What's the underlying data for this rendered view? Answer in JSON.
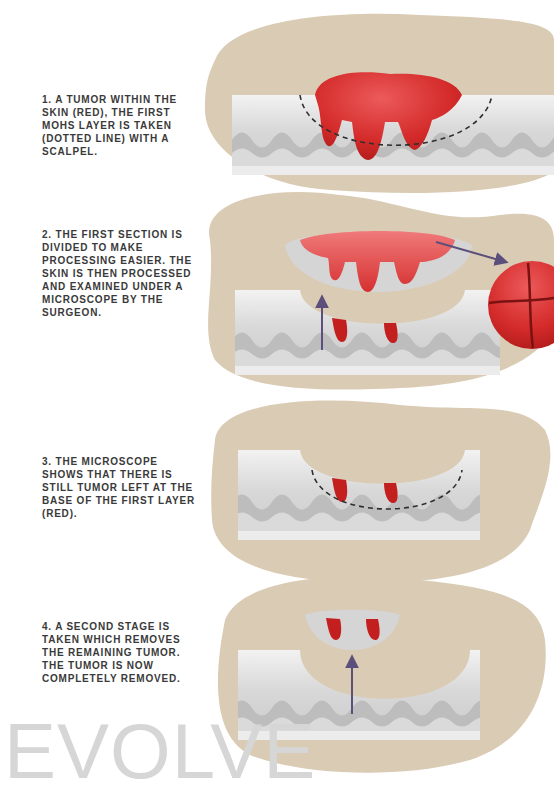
{
  "diagram": {
    "labels": [
      "1. A TUMOR WITHIN THE SKIN (RED), THE FIRST MOHS LAYER IS TAKEN (DOTTED LINE) WITH A SCALPEL.",
      "2. THE FIRST SECTION IS DIVIDED TO MAKE PROCESSING EASIER. THE SKIN IS THEN PROCESSED AND EXAMINED UNDER A MICROSCOPE BY THE SURGEON.",
      "3. THE MICROSCOPE SHOWS THAT THERE IS STILL TUMOR LEFT AT THE BASE OF THE FIRST LAYER (RED).",
      "4. A SECOND STAGE IS TAKEN WHICH REMOVES THE REMAINING TUMOR. THE TUMOR IS NOW COMPLETELY REMOVED.",
      "EVOLVE"
    ]
  }
}
